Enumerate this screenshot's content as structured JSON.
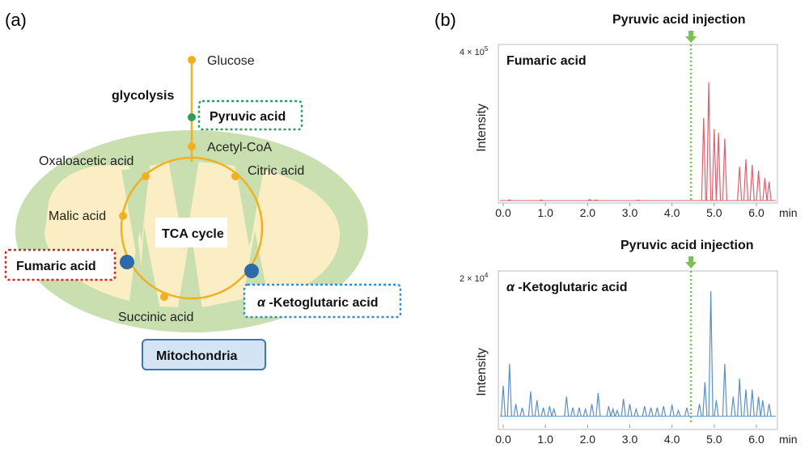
{
  "panel_a": {
    "label": "(a)",
    "glucose": "Glucose",
    "glycolysis": "glycolysis",
    "pyruvic": "Pyruvic acid",
    "acetyl": "Acetyl-CoA",
    "oxaloacetic": "Oxaloacetic acid",
    "citric": "Citric acid",
    "malic": "Malic acid",
    "tca": "TCA cycle",
    "fumaric": "Fumaric acid",
    "akg_alpha": "α",
    "akg_rest": " -Ketoglutaric acid",
    "succinic": "Succinic acid",
    "mitochondria": "Mitochondria"
  },
  "panel_b": {
    "label": "(b)",
    "colors": {
      "fumaric": "#e06070",
      "akg": "#5b8fc9",
      "injection": "#7cbf52"
    },
    "chart_data": [
      {
        "type": "line",
        "title": "Fumaric acid",
        "annotation": "Pyruvic acid injection",
        "annotation_x": 4.45,
        "ylabel": "Intensity",
        "xlabel": "min",
        "y_max_label_coef": "4 × 10",
        "y_max_label_exp": "5",
        "ylim": [
          0,
          400000
        ],
        "xlim": [
          0,
          6.5
        ],
        "x_ticks": [
          "0.0",
          "1.0",
          "2.0",
          "3.0",
          "4.0",
          "5.0",
          "6.0"
        ],
        "peaks": [
          [
            0.15,
            2000
          ],
          [
            0.9,
            1500
          ],
          [
            2.05,
            2500
          ],
          [
            2.2,
            1500
          ],
          [
            3.2,
            1000
          ],
          [
            4.75,
            220000
          ],
          [
            4.87,
            315000
          ],
          [
            5.0,
            190000
          ],
          [
            5.1,
            180000
          ],
          [
            5.25,
            165000
          ],
          [
            5.6,
            90000
          ],
          [
            5.75,
            110000
          ],
          [
            5.9,
            95000
          ],
          [
            6.05,
            80000
          ],
          [
            6.2,
            60000
          ],
          [
            6.3,
            50000
          ]
        ]
      },
      {
        "type": "line",
        "title_alpha": "α",
        "title": " -Ketoglutaric acid",
        "annotation": "Pyruvic acid injection",
        "annotation_x": 4.45,
        "ylabel": "Intensity",
        "xlabel": "min",
        "y_max_label_coef": "2 × 10",
        "y_max_label_exp": "4",
        "ylim": [
          0,
          20000
        ],
        "xlim": [
          0,
          6.5
        ],
        "x_ticks": [
          "0.0",
          "1.0",
          "2.0",
          "3.0",
          "4.0",
          "5.0",
          "6.0"
        ],
        "baseline": 800,
        "peaks": [
          [
            0.0,
            5000
          ],
          [
            0.15,
            8000
          ],
          [
            0.3,
            2500
          ],
          [
            0.45,
            2000
          ],
          [
            0.65,
            4200
          ],
          [
            0.8,
            3000
          ],
          [
            0.95,
            2000
          ],
          [
            1.1,
            2200
          ],
          [
            1.2,
            1800
          ],
          [
            1.5,
            3500
          ],
          [
            1.65,
            2000
          ],
          [
            1.8,
            2000
          ],
          [
            1.95,
            1800
          ],
          [
            2.1,
            2500
          ],
          [
            2.25,
            4000
          ],
          [
            2.5,
            2200
          ],
          [
            2.6,
            1800
          ],
          [
            2.7,
            1600
          ],
          [
            2.85,
            3200
          ],
          [
            3.0,
            2500
          ],
          [
            3.15,
            1800
          ],
          [
            3.35,
            2200
          ],
          [
            3.5,
            2000
          ],
          [
            3.65,
            2000
          ],
          [
            3.8,
            2200
          ],
          [
            4.0,
            2400
          ],
          [
            4.15,
            1600
          ],
          [
            4.35,
            2000
          ],
          [
            4.65,
            2500
          ],
          [
            4.78,
            5500
          ],
          [
            4.92,
            18000
          ],
          [
            5.05,
            3000
          ],
          [
            5.25,
            8000
          ],
          [
            5.45,
            3500
          ],
          [
            5.6,
            6000
          ],
          [
            5.75,
            4500
          ],
          [
            5.9,
            4500
          ],
          [
            6.05,
            3500
          ],
          [
            6.15,
            3000
          ],
          [
            6.3,
            2500
          ]
        ]
      }
    ]
  }
}
